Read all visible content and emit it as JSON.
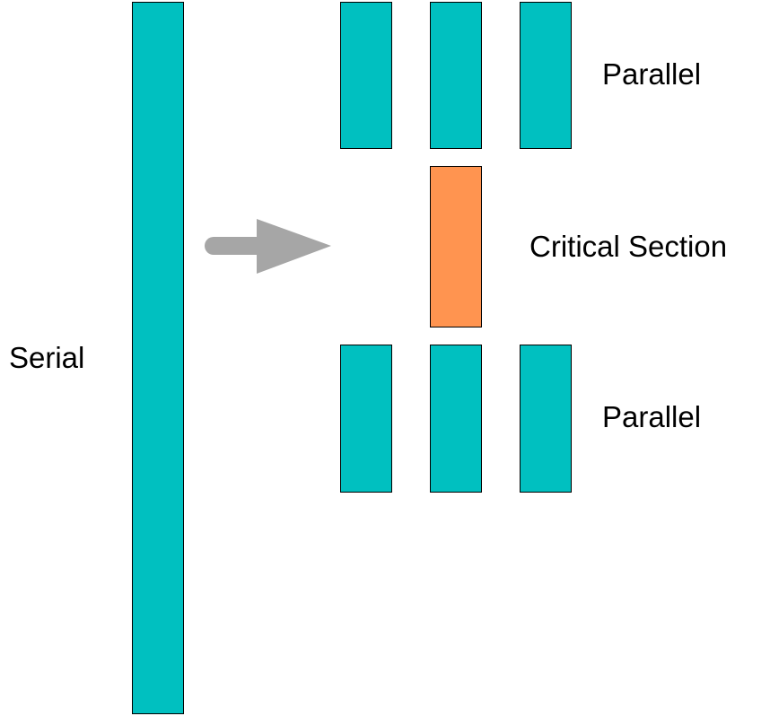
{
  "labels": {
    "serial": "Serial",
    "parallel_top": "Parallel",
    "critical_section": "Critical Section",
    "parallel_bottom": "Parallel"
  },
  "colors": {
    "parallel_block": "#00c0c0",
    "critical_block": "#ff9450",
    "arrow": "#a6a6a6",
    "outline": "#000000"
  },
  "icons": {
    "arrow": "right-arrow-icon"
  }
}
